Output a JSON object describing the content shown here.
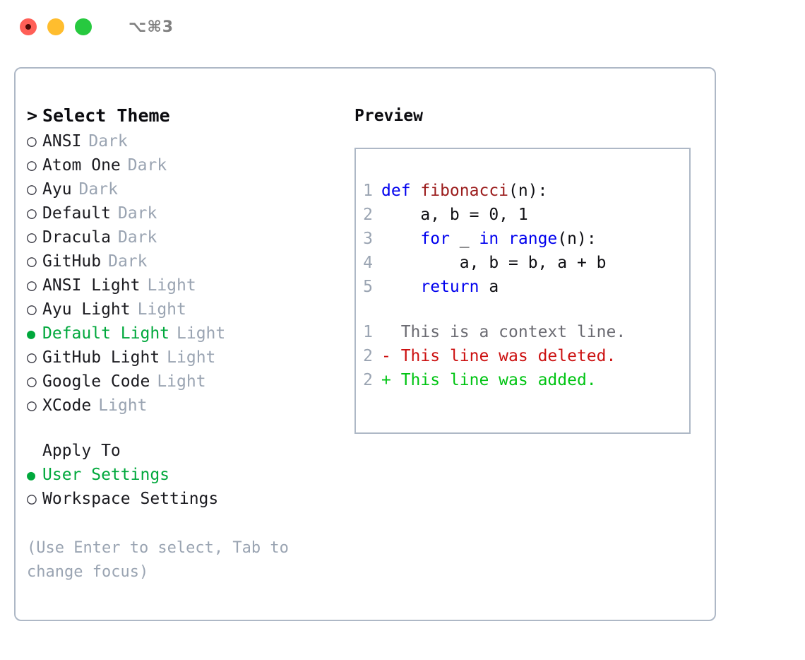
{
  "window": {
    "title": "⌥⌘3",
    "traffic_lights": [
      "close",
      "minimize",
      "zoom"
    ],
    "colors": {
      "accent_green": "#00A83C",
      "muted": "#9aa4b2",
      "border": "#aeb8c6",
      "keyword": "#0000EE",
      "function": "#9B1C1C",
      "diff_add": "#00C413",
      "diff_del": "#CC1111"
    }
  },
  "theme_picker": {
    "header": "Select Theme",
    "caret": ">",
    "marker_unselected": "○",
    "marker_selected": "●",
    "items": [
      {
        "label": "ANSI",
        "tag": "Dark",
        "selected": false
      },
      {
        "label": "Atom One",
        "tag": "Dark",
        "selected": false
      },
      {
        "label": "Ayu",
        "tag": "Dark",
        "selected": false
      },
      {
        "label": "Default",
        "tag": "Dark",
        "selected": false
      },
      {
        "label": "Dracula",
        "tag": "Dark",
        "selected": false
      },
      {
        "label": "GitHub",
        "tag": "Dark",
        "selected": false
      },
      {
        "label": "ANSI Light",
        "tag": "Light",
        "selected": false
      },
      {
        "label": "Ayu Light",
        "tag": "Light",
        "selected": false
      },
      {
        "label": "Default Light",
        "tag": "Light",
        "selected": true
      },
      {
        "label": "GitHub Light",
        "tag": "Light",
        "selected": false
      },
      {
        "label": "Google Code",
        "tag": "Light",
        "selected": false
      },
      {
        "label": "XCode",
        "tag": "Light",
        "selected": false
      }
    ]
  },
  "apply_to": {
    "header": "Apply To",
    "items": [
      {
        "label": "User Settings",
        "selected": true
      },
      {
        "label": "Workspace Settings",
        "selected": false
      }
    ]
  },
  "hint": "(Use Enter to select, Tab to change focus)",
  "preview": {
    "title": "Preview",
    "code_lines": [
      {
        "num": "1",
        "tokens": [
          {
            "t": "def ",
            "k": "kw"
          },
          {
            "t": "fibonacci",
            "k": "fn"
          },
          {
            "t": "(n):",
            "k": "plain"
          }
        ]
      },
      {
        "num": "2",
        "tokens": [
          {
            "t": "    a, b = 0, 1",
            "k": "plain"
          }
        ]
      },
      {
        "num": "3",
        "tokens": [
          {
            "t": "    ",
            "k": "plain"
          },
          {
            "t": "for",
            "k": "kw"
          },
          {
            "t": " _ ",
            "k": "plain"
          },
          {
            "t": "in",
            "k": "kw"
          },
          {
            "t": " ",
            "k": "plain"
          },
          {
            "t": "range",
            "k": "kw"
          },
          {
            "t": "(n):",
            "k": "plain"
          }
        ]
      },
      {
        "num": "4",
        "tokens": [
          {
            "t": "        a, b = b, a + b",
            "k": "plain"
          }
        ]
      },
      {
        "num": "5",
        "tokens": [
          {
            "t": "    ",
            "k": "plain"
          },
          {
            "t": "return",
            "k": "kw"
          },
          {
            "t": " a",
            "k": "plain"
          }
        ]
      }
    ],
    "diff_lines": [
      {
        "num": "1",
        "sign": " ",
        "text": " This is a context line.",
        "kind": "ctx"
      },
      {
        "num": "2",
        "sign": "-",
        "text": " This line was deleted.",
        "kind": "del"
      },
      {
        "num": "2",
        "sign": "+",
        "text": " This line was added.",
        "kind": "add"
      }
    ]
  }
}
